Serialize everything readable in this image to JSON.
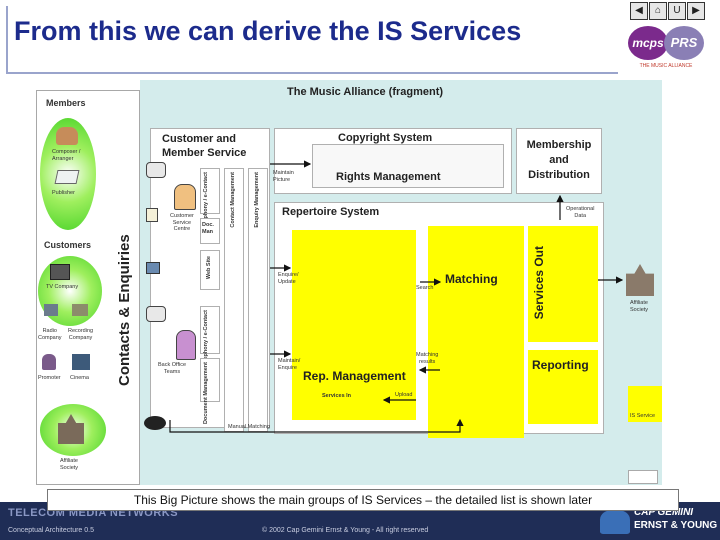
{
  "title": "From this we can derive the IS Services",
  "nav": [
    "◀",
    "⌂",
    "U",
    "▶"
  ],
  "logos": {
    "mcps": "mcps",
    "prs": "PRS",
    "alliance": "THE MUSIC ALLIANCE"
  },
  "members": {
    "heading": "Members",
    "composer": "Composer /\nArranger",
    "publisher": "Publisher",
    "customers_heading": "Customers",
    "tv": "TV Company",
    "radio": "Radio\nCompany",
    "recording": "Recording\nCompany",
    "promoter": "Promoter",
    "cinema": "Cinema",
    "affiliate": "Affiliate\nSociety"
  },
  "scene": {
    "heading": "The Music Alliance (fragment)",
    "contacts_label": "Contacts & Enquiries",
    "customer_member_service": "Customer and\nMember Service",
    "telephony_1": "Telephony /\ne-Contact",
    "contact_management": "Contact Management",
    "enquiry_management": "Enquiry Management",
    "customer_service_centre": "Customer\nService\nCentre",
    "doc_man": "Doc.\nMan",
    "web_site": "Web Site",
    "telephony_2": "Telephony /\ne-Contact",
    "document_management": "Document\nManagement",
    "back_office_teams": "Back Office\nTeams",
    "copyright_system": "Copyright System",
    "maintain_picture": "Maintain\nPicture",
    "rights_management": "Rights Management",
    "membership": "Membership\nand\nDistribution",
    "operational_data": "Operational\nData",
    "repertoire_system": "Repertoire System",
    "enquire_update": "Enquire/\nUpdate",
    "search": "Search",
    "matching": "Matching",
    "services_out": "Services Out",
    "maintain_enquire": "Maintain/\nEnquire",
    "matching_results": "Matching\nresults",
    "rep_management": "Rep. Management",
    "reporting": "Reporting",
    "services_in": "Services In",
    "upload": "Upload",
    "manual_matching": "Manual Matching",
    "affiliate_society": "Affiliate\nSociety",
    "legend_is_service": "IS Service"
  },
  "caption": "This Big Picture shows the main groups of IS Services – the detailed list is shown later",
  "footer": {
    "brand": "TELECOM MEDIA NETWORKS",
    "left": "Conceptual Architecture 0.5",
    "center": "© 2002 Cap Gemini Ernst & Young - All right reserved",
    "logo_top": "CAP GEMINI",
    "logo_bottom": "ERNST & YOUNG"
  },
  "colors": {
    "title": "#1c2b8c",
    "scene_bg": "#d4ecec",
    "is_service": "#ffff00",
    "footer_bg": "#1f2d56"
  }
}
